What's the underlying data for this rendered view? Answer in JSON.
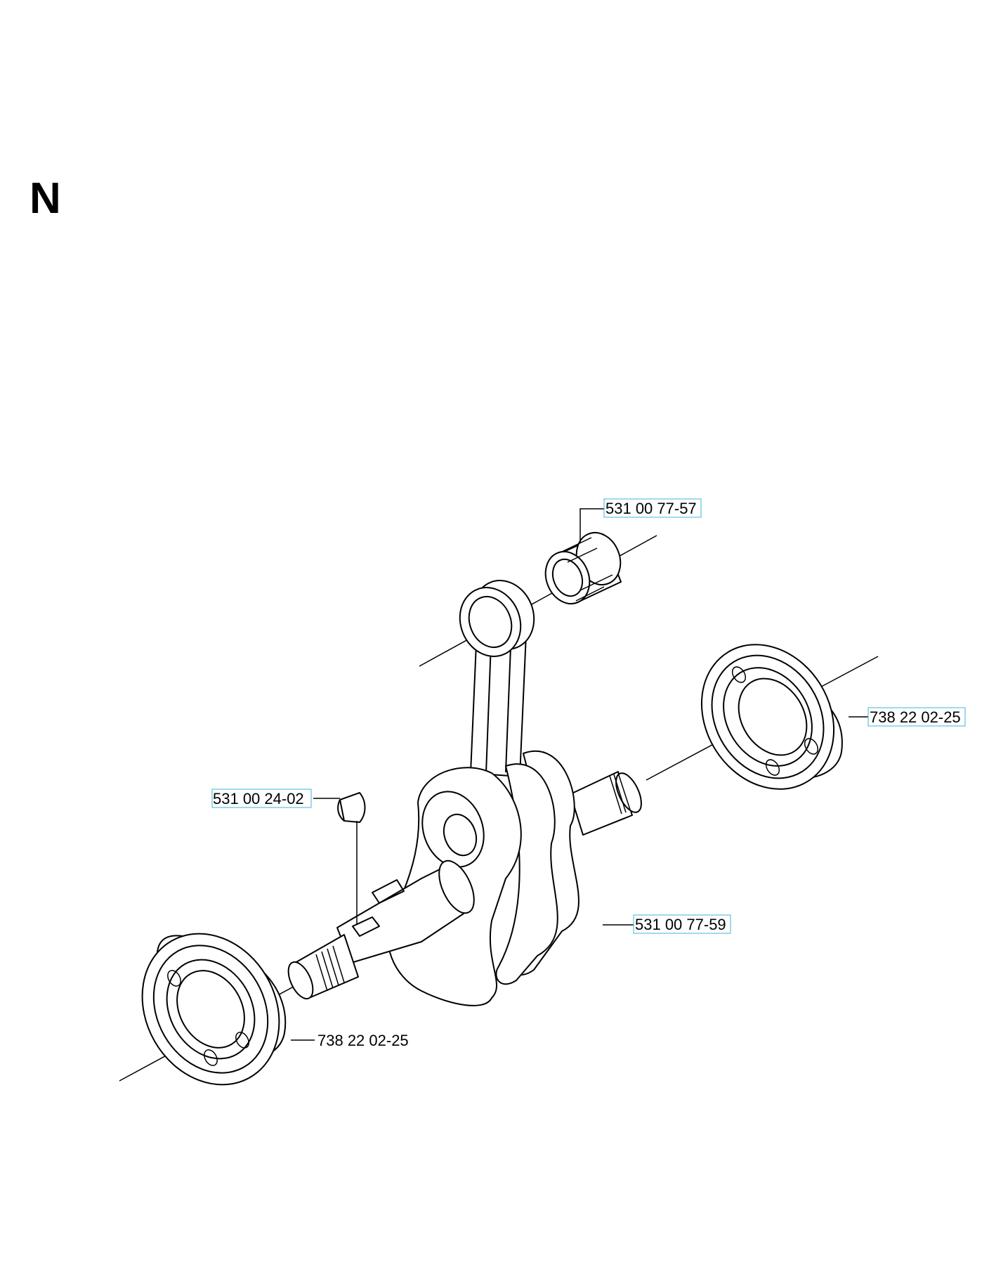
{
  "page": {
    "section_letter": "N"
  },
  "callouts": [
    {
      "id": "needle-bearing",
      "part_number": "531 00 77-57",
      "highlighted": true
    },
    {
      "id": "main-bearing-right",
      "part_number": "738 22 02-25",
      "highlighted": true
    },
    {
      "id": "woodruff-key",
      "part_number": "531 00 24-02",
      "highlighted": true
    },
    {
      "id": "crankshaft",
      "part_number": "531 00 77-59",
      "highlighted": true
    },
    {
      "id": "main-bearing-left",
      "part_number": "738 22 02-25",
      "highlighted": false
    }
  ],
  "colors": {
    "line": "#000000",
    "highlight_box": "#3fb6d8",
    "background": "#ffffff"
  }
}
